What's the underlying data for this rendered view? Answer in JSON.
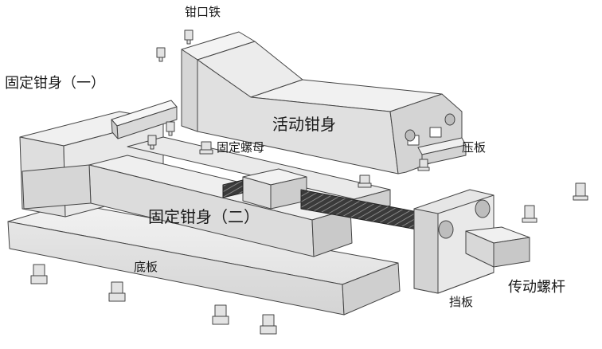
{
  "labels": {
    "jaw_plate": "钳口铁",
    "fixed_body_one": "固定钳身（一）",
    "movable_body": "活动钳身",
    "fixed_nut": "固定螺母",
    "pressure_plate": "压板",
    "fixed_body_two": "固定钳身（二）",
    "base_plate": "底板",
    "drive_screw": "传动螺杆",
    "end_plate": "挡板"
  }
}
